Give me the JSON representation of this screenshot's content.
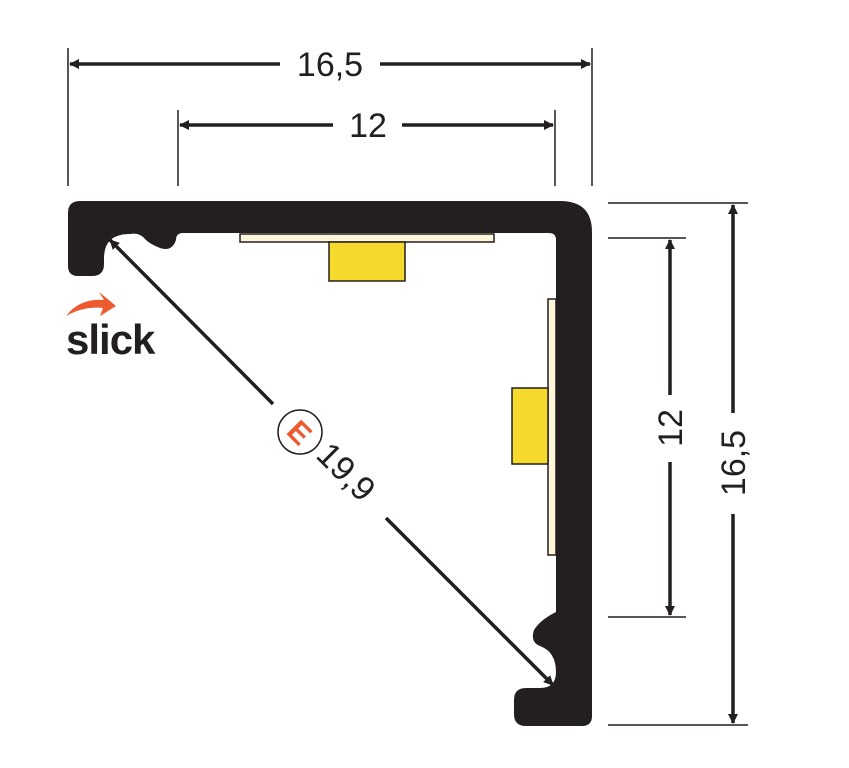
{
  "dimensions": {
    "top_outer": "16,5",
    "top_inner": "12",
    "right_inner": "12",
    "right_outer": "16,5",
    "diagonal": "19,9"
  },
  "badge": {
    "letter": "E"
  },
  "brand": {
    "name": "slick"
  },
  "colors": {
    "profile": "#231f20",
    "led_strip": "#fdf6d8",
    "led_chip": "#f5d92b",
    "accent": "#ee5a2f"
  }
}
